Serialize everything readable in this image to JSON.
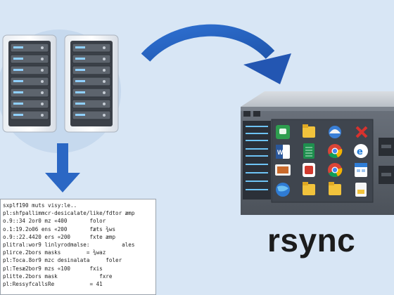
{
  "diagram": {
    "brand_label": "rsync",
    "terminal_lines": [
      "sxplf190 muts visy:le..",
      "pl:shfpallimmcr-desicalate/like/fdtor æmp",
      "o.9::34 2or0 mz «400       folor",
      "o.1:19.2o06 ens «200       fæts ¾ws",
      "o.9::22.4420 ers «200      fxte æmp",
      "plitral:wor9 linlyrodmalse:          ales",
      "plirce.2bors masks        = ¾waz",
      "pl:Toca.8or9 mzc desinalata     foler",
      "pl:Tesæ2bor9 mzs «100      fxis",
      "plitte.2bors mask             fxre",
      "pl:RessyfcallsRe           = 41"
    ],
    "colors": {
      "background": "#d8e6f5",
      "arrow_blue": "#2b67c4",
      "server_dark": "#3b4048",
      "server_body": "#5b626c",
      "circle": "#c3d6ec"
    },
    "icons": [
      "server-rack-icon",
      "arrow-down-icon",
      "curved-arrow-icon",
      "terminal-window-icon",
      "nas-server-icon",
      "messages-app-icon",
      "folder-icon",
      "weather-app-icon",
      "x-app-icon",
      "word-doc-icon",
      "spreadsheet-icon",
      "chrome-icon",
      "edge-icon",
      "slides-icon",
      "pdf-icon",
      "calendar-icon",
      "globe-icon",
      "text-doc-icon"
    ]
  }
}
